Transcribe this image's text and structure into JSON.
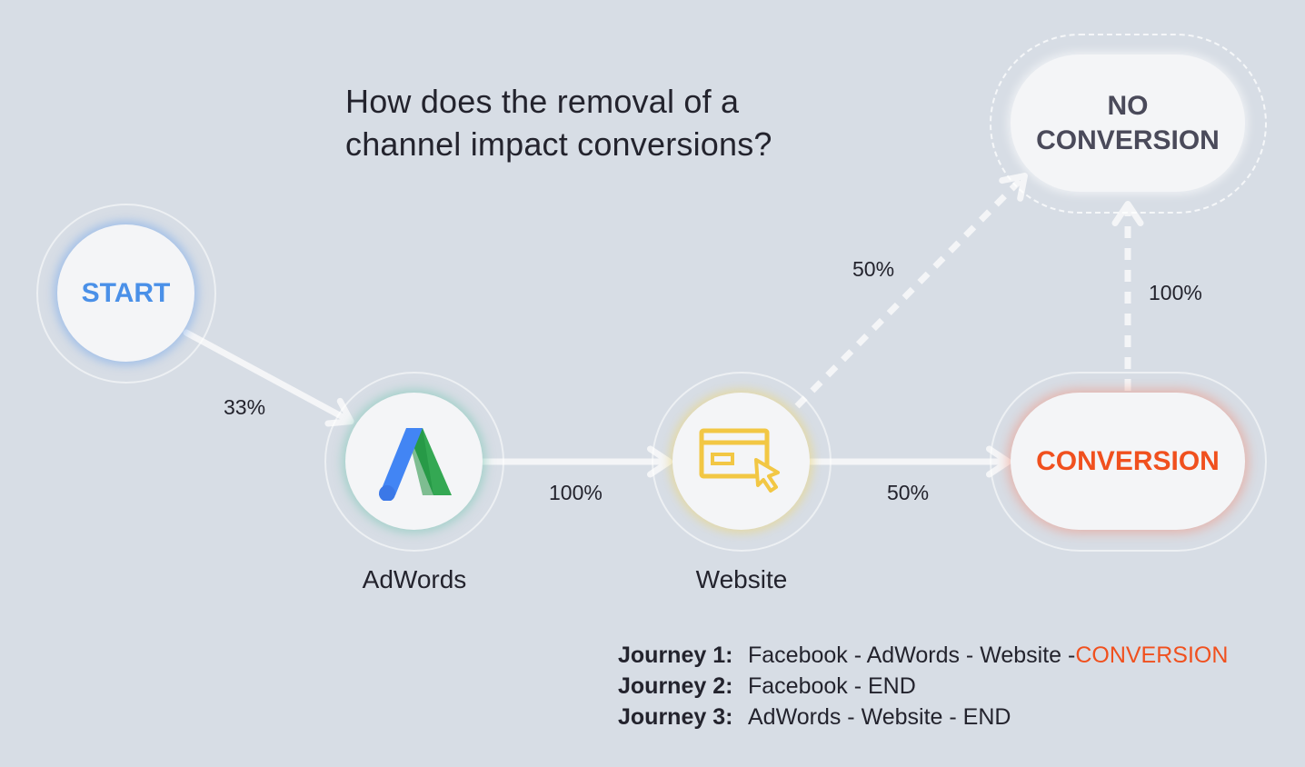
{
  "question": {
    "line1": "How does the removal of a",
    "line2": "channel impact conversions?"
  },
  "nodes": {
    "start": "START",
    "adwords": "AdWords",
    "website": "Website",
    "conversion": "CONVERSION",
    "no_conversion": "NO\nCONVERSION"
  },
  "edges": {
    "start_adwords": "33%",
    "adwords_website": "100%",
    "website_conversion": "50%",
    "website_no_conversion": "50%",
    "conversion_no_conversion": "100%"
  },
  "journeys": [
    {
      "name": "Journey 1:",
      "path": "Facebook - AdWords - Website - ",
      "end": "CONVERSION"
    },
    {
      "name": "Journey 2:",
      "path": "Facebook - END",
      "end": ""
    },
    {
      "name": "Journey 3:",
      "path": "AdWords - Website - END",
      "end": ""
    }
  ],
  "colors": {
    "background": "#d7dde5",
    "start": "#4a90e8",
    "conversion": "#f0501e",
    "adwords_blue": "#4285f4",
    "adwords_green": "#34a853",
    "website_icon": "#f2c744"
  }
}
